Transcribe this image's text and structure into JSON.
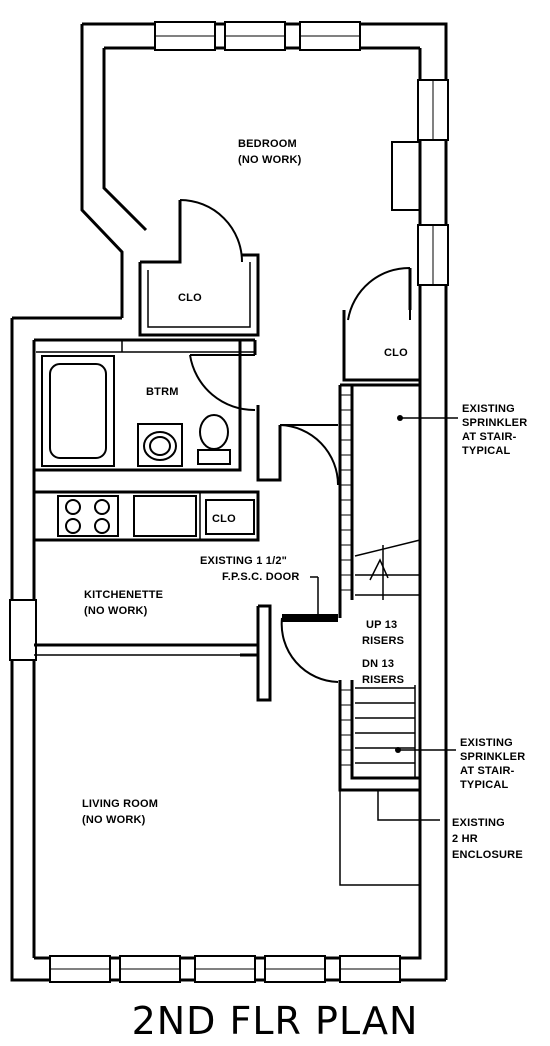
{
  "plan": {
    "title": "2ND FLR PLAN",
    "rooms": {
      "bedroom": {
        "name": "BEDROOM",
        "note": "(NO WORK)"
      },
      "closet_bedroom": {
        "name": "CLO"
      },
      "closet_right": {
        "name": "CLO"
      },
      "bathroom": {
        "name": "BTRM"
      },
      "closet_kitchen": {
        "name": "CLO"
      },
      "kitchenette": {
        "name": "KITCHENETTE",
        "note": "(NO WORK)"
      },
      "living_room": {
        "name": "LIVING ROOM",
        "note": "(NO WORK)"
      }
    },
    "annotations": {
      "door": {
        "line1": "EXISTING 1 1/2\"",
        "line2": "F.P.S.C. DOOR"
      },
      "stair_up": {
        "line1": "UP 13",
        "line2": "RISERS"
      },
      "stair_down": {
        "line1": "DN 13",
        "line2": "RISERS"
      },
      "sprinkler_top": {
        "line1": "EXISTING",
        "line2": "SPRINKLER",
        "line3": "AT STAIR-",
        "line4": "TYPICAL"
      },
      "sprinkler_bottom": {
        "line1": "EXISTING",
        "line2": "SPRINKLER",
        "line3": "AT STAIR-",
        "line4": "TYPICAL"
      },
      "enclosure": {
        "line1": "EXISTING",
        "line2": "2 HR",
        "line3": "ENCLOSURE"
      }
    }
  }
}
